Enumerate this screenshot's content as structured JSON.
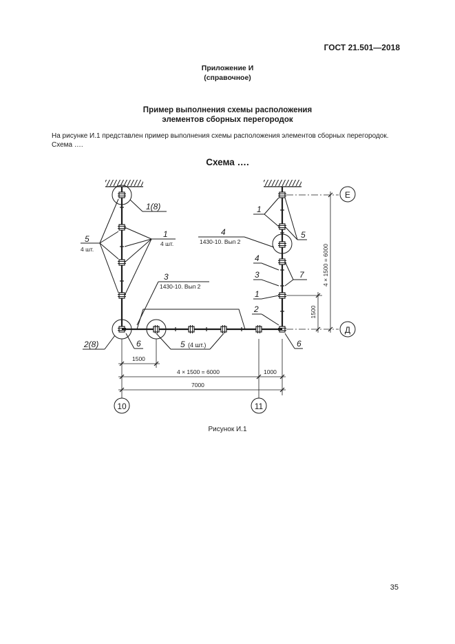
{
  "header": {
    "doc_number": "ГОСТ 21.501—2018"
  },
  "appendix": {
    "title": "Приложение И",
    "subtitle": "(справочное)"
  },
  "section": {
    "title_line1": "Пример выполнения схемы расположения",
    "title_line2": "элементов сборных перегородок"
  },
  "paragraph": {
    "line1": "На рисунке И.1 представлен пример выполнения схемы расположения элементов сборных перегородок.",
    "line2": "Схема …."
  },
  "figure": {
    "title": "Схема ….",
    "caption": "Рисунок И.1",
    "labels": {
      "l_1_8": "1(8)",
      "l_1_left": "1",
      "l_1_left_qty": "4 шт.",
      "l_5_left": "5",
      "l_5_left_qty": "4 шт.",
      "l_3_mid": "3",
      "l_3_mid_spec": "1430-10. Вып 2",
      "l_2_8": "2(8)",
      "l_6_left": "6",
      "l_5_bottom": "5",
      "l_5_bottom_qty": "(4 шт.)",
      "l_1_right_top": "1",
      "l_5_right": "5",
      "l_4_right_top": "4",
      "l_4_right_top_spec": "1430-10. Вып 2",
      "l_4_right": "4",
      "l_7_right": "7",
      "l_3_right": "3",
      "l_1_right": "1",
      "l_2_right": "2",
      "l_6_right": "6"
    },
    "axes": {
      "axis_E": "Е",
      "axis_D": "Д",
      "axis_10": "10",
      "axis_11": "11"
    },
    "dimensions": {
      "dim_1500_h": "1500",
      "dim_4x1500_h": "4 × 1500 = 6000",
      "dim_1000": "1000",
      "dim_7000": "7000",
      "dim_4x1500_v": "4 × 1500 = 6000",
      "dim_1500_v": "1500"
    }
  },
  "footer": {
    "page_number": "35"
  }
}
